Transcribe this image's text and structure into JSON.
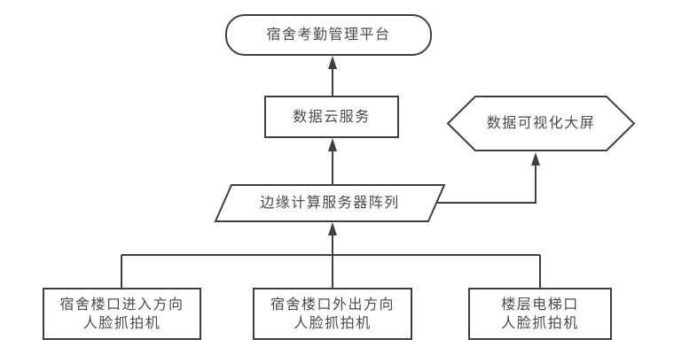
{
  "diagram": {
    "colors": {
      "background": "#ffffff",
      "line": "#3f3f3f",
      "node_fill": "#ffffff",
      "text": "#4a4a4a"
    },
    "nodes": {
      "platform": {
        "shape": "rounded-rectangle",
        "label": "宿舍考勤管理平台"
      },
      "cloud_service": {
        "shape": "rectangle",
        "label": "数据云服务"
      },
      "visual_screen": {
        "shape": "hexagon",
        "label": "数据可视化大屏"
      },
      "edge_servers": {
        "shape": "parallelogram",
        "label": "边缘计算服务器阵列"
      },
      "camera_entry": {
        "shape": "rectangle",
        "label_line1": "宿舍楼口进入方向",
        "label_line2": "人脸抓拍机"
      },
      "camera_exit": {
        "shape": "rectangle",
        "label_line1": "宿舍楼口外出方向",
        "label_line2": "人脸抓拍机"
      },
      "camera_elevator": {
        "shape": "rectangle",
        "label_line1": "楼层电梯口",
        "label_line2": "人脸抓拍机"
      }
    },
    "connections": [
      {
        "from": "数据云服务",
        "to": "宿舍考勤管理平台",
        "type": "arrow-up"
      },
      {
        "from": "边缘计算服务器阵列",
        "to": "数据云服务",
        "type": "arrow-up"
      },
      {
        "from": "边缘计算服务器阵列",
        "to": "数据可视化大屏",
        "type": "arrow-elbow"
      },
      {
        "from": "宿舍楼口进入方向人脸抓拍机",
        "to": "边缘计算服务器阵列",
        "type": "arrow-bus"
      },
      {
        "from": "宿舍楼口外出方向人脸抓拍机",
        "to": "边缘计算服务器阵列",
        "type": "arrow-bus"
      },
      {
        "from": "楼层电梯口人脸抓拍机",
        "to": "边缘计算服务器阵列",
        "type": "arrow-bus"
      }
    ]
  }
}
